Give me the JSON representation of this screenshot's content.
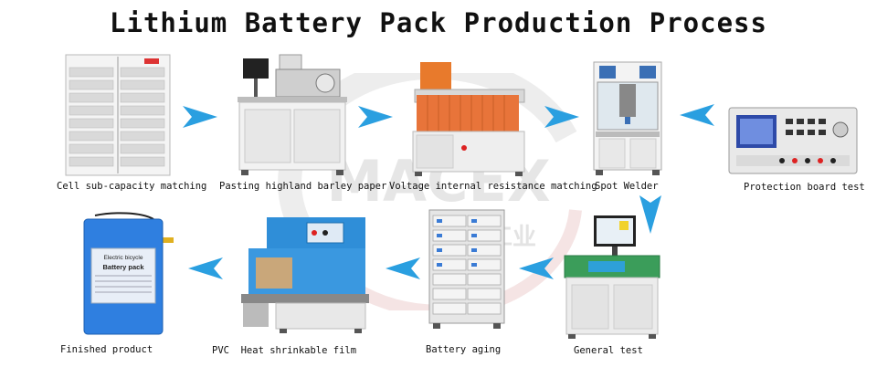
{
  "title": "Lithium Battery Pack Production Process",
  "watermark": {
    "brand": "MACEX",
    "cjk": "迈西工业"
  },
  "colors": {
    "arrow": "#2a9fe0",
    "watermark": "#e9e9e9",
    "watermark_red": "#f3dada"
  },
  "steps": [
    {
      "label": "Cell sub-capacity matching"
    },
    {
      "label": "Pasting highland barley paper"
    },
    {
      "label": "Voltage internal resistance matching"
    },
    {
      "label": "Spot Welder"
    },
    {
      "label": "Protection board test"
    },
    {
      "label": "General test"
    },
    {
      "label": "Battery aging"
    },
    {
      "label": "PVC  Heat shrinkable film"
    },
    {
      "label": "Finished product"
    }
  ],
  "battery": {
    "l1": "Electric bicycle",
    "l2": "Battery pack"
  }
}
